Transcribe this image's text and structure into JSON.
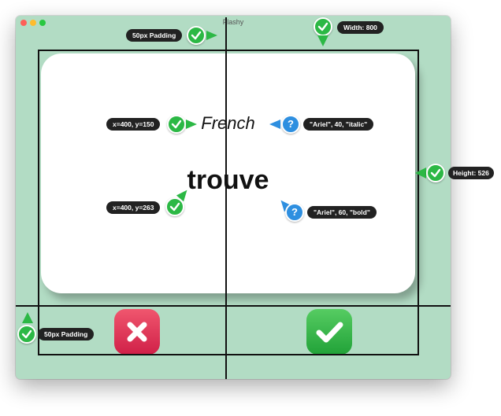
{
  "window": {
    "title": "Flashy"
  },
  "card": {
    "category": "French",
    "word": "trouve"
  },
  "buttons": {
    "wrong_icon": "x-mark-icon",
    "right_icon": "checkmark-icon"
  },
  "colors": {
    "window_bg": "#b2dcc4",
    "wrong_button": "#e23a5a",
    "right_button": "#33b54a",
    "annotation_check": "#2cb845",
    "annotation_question": "#2e8fe0",
    "annotation_badge": "#222222"
  },
  "annotations": {
    "top_padding": "50px Padding",
    "width": "Width: 800",
    "height": "Height: 526",
    "bottom_padding": "50px Padding",
    "category_position": "x=400, y=150",
    "category_font": "\"Ariel\", 40, \"italic\"",
    "word_position": "x=400, y=263",
    "word_font": "\"Ariel\", 60, \"bold\""
  }
}
